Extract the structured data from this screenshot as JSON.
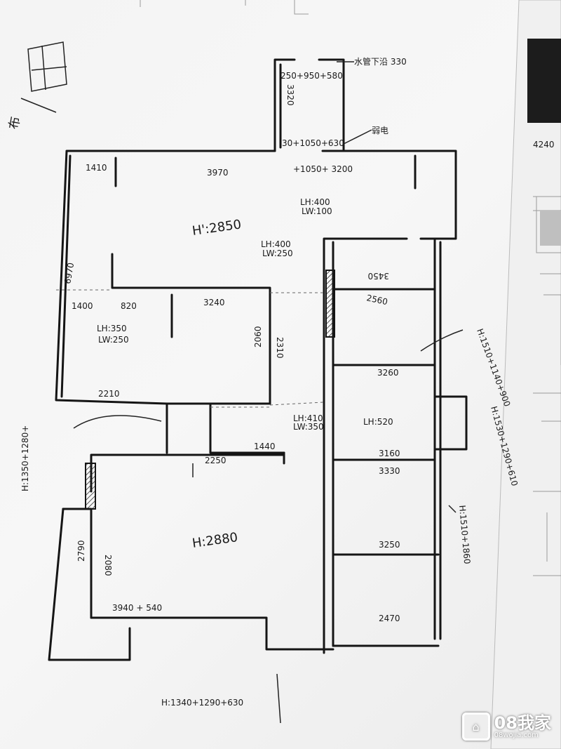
{
  "labels": {
    "top_left_note": "布",
    "living_height": "H':2850",
    "w3970": "3970",
    "w1410": "1410",
    "w6970": "6970",
    "w1400": "1400",
    "w820": "820",
    "w3240": "3240",
    "lh350": "LH:350",
    "lw250a": "LW:250",
    "w2210": "2210",
    "w2060": "2060",
    "w2310": "2310",
    "lh400a": "LH:400",
    "lw250b": "LW:250",
    "lh400b": "LH:400",
    "lw100": "LW:100",
    "water_pipe": "水管下沿 330",
    "w3320": "3320",
    "kitchen_top": "250+950+580",
    "kitchen_bottom": "30+1050+630",
    "top_dims": "+1050+ 3200",
    "weak_elec": "弱电",
    "w3450": "3450",
    "w2560": "2560",
    "w3260": "3260",
    "lh520": "LH:520",
    "w3160": "3160",
    "w3330": "3330",
    "w3250": "3250",
    "w2470": "2470",
    "lh410": "LH:410",
    "lw350": "LW:350",
    "w2250": "2250",
    "w1440": "1440",
    "bottom_height": "H:2880",
    "w2790": "2790",
    "w2080": "2080",
    "bottom_dims": "3940 + 540",
    "left_window": "H:1350+1280+",
    "bottom_window": "H:1340+1290+630",
    "right_window1": "H:1510+1140+900",
    "right_window2": "H:1530+1290+610",
    "right_window3": "H:1510+1860",
    "bg_dim": "4240"
  },
  "watermark": {
    "brand": "08我家",
    "url": "08wojia.com",
    "icon": "house-icon"
  }
}
